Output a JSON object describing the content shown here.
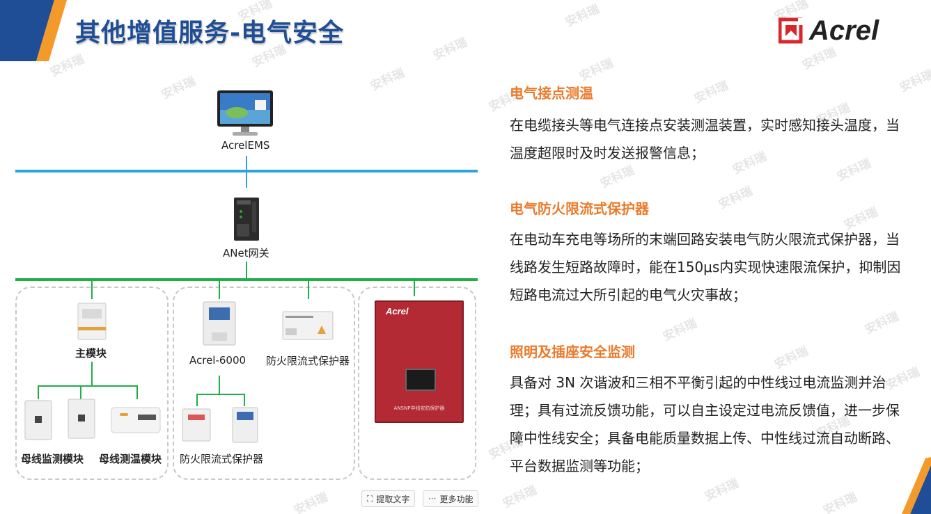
{
  "page": {
    "title": "其他增值服务-电气安全",
    "logo_text": "Acrel",
    "watermark": "安科瑞"
  },
  "colors": {
    "title": "#1f4e96",
    "section_title": "#ec7a2a",
    "bus_top": "#2aa3e0",
    "bus_main": "#1fae48",
    "corner_orange": "#f39a2a",
    "corner_blue": "#1f4e96"
  },
  "diagram": {
    "ems_label": "AcrelEMS",
    "gateway_label": "ANet网关",
    "main_module_label": "主模块",
    "busbar_monitor_label": "母线监测模块",
    "busbar_temp_label": "母线测温模块",
    "acrel6000_label": "Acrel-6000",
    "protector_label_a": "防火限流式保护器",
    "protector_label_b": "防火限流式保护器",
    "cabinet_brand": "Acrel",
    "cabinet_caption": "ANSNP中线安防保护器"
  },
  "sections": [
    {
      "title": "电气接点测温",
      "body": "在电缆接头等电气连接点安装测温装置，实时感知接头温度，当温度超限时及时发送报警信息；"
    },
    {
      "title": "电气防火限流式保护器",
      "body": "在电动车充电等场所的末端回路安装电气防火限流式保护器，当线路发生短路故障时，能在150μs内实现快速限流保护，抑制因短路电流过大所引起的电气火灾事故；"
    },
    {
      "title": "照明及插座安全监测",
      "body": "具备对 3N 次谐波和三相不平衡引起的中性线过电流监测并治理；具有过流反馈功能，可以自主设定过电流反馈值，进一步保障中性线安全；具备电能质量数据上传、中性线过流自动断路、平台数据监测等功能；"
    }
  ],
  "toolbar": {
    "extract_text_label": "提取文字",
    "more_label": "更多功能"
  }
}
